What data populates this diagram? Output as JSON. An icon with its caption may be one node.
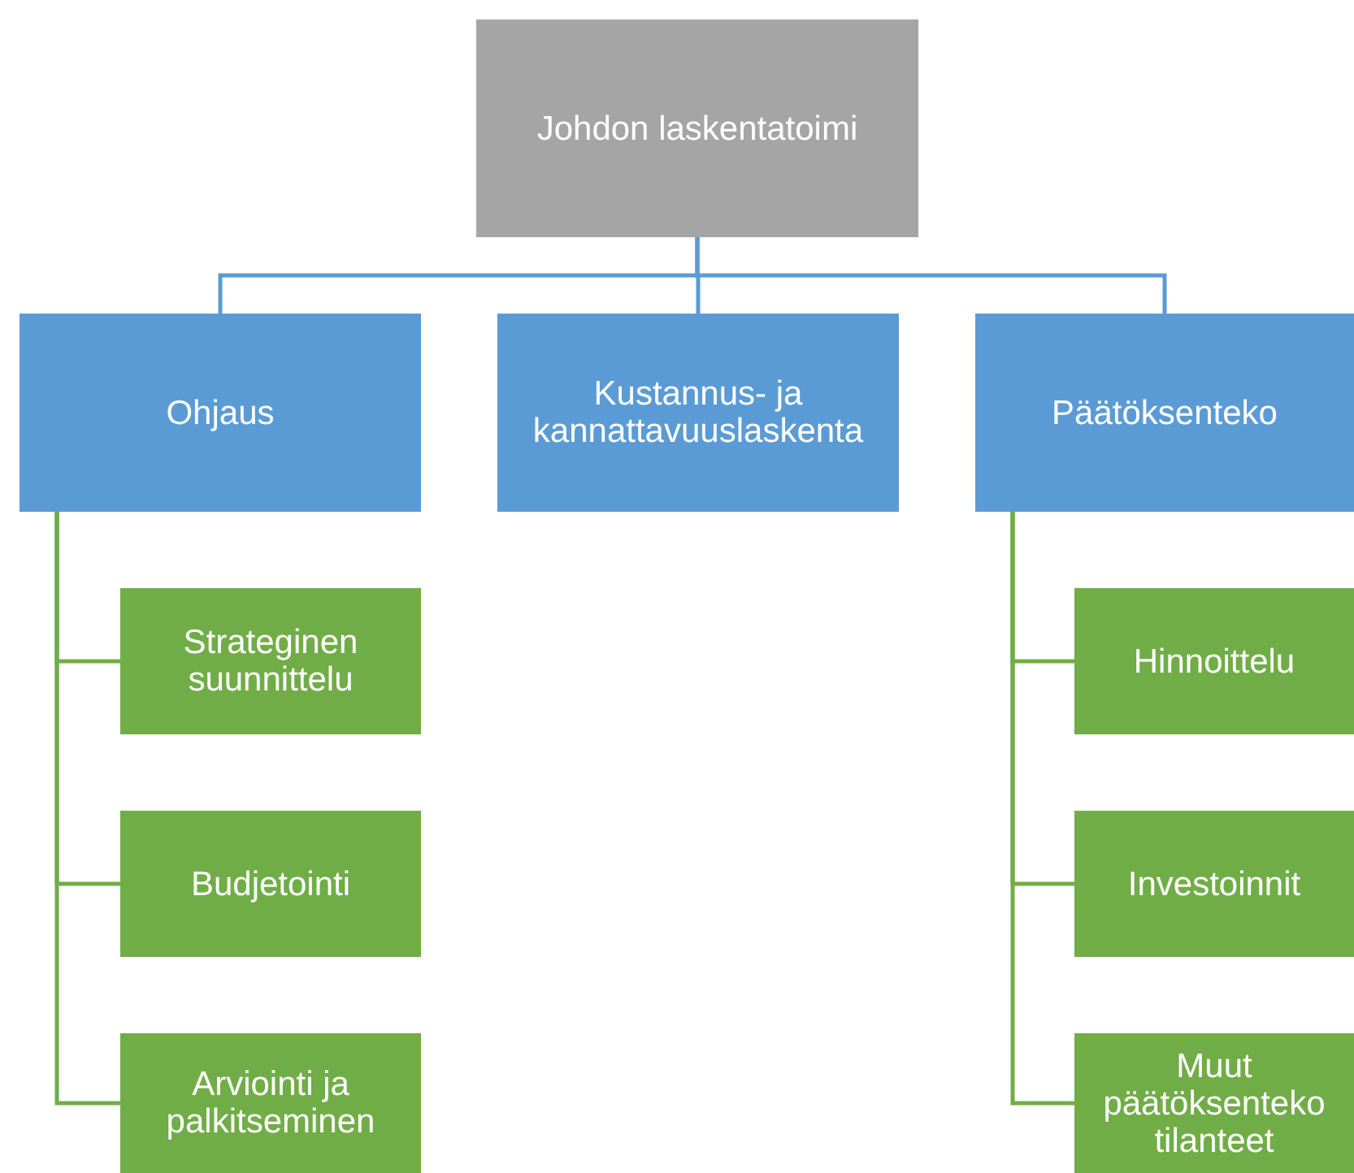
{
  "diagram": {
    "nodes": [
      {
        "text": [
          "Johdon laskentatoimi"
        ]
      },
      {
        "text": [
          "Ohjaus"
        ]
      },
      {
        "text": [
          "Kustannus- ja kannattavuuslaskenta"
        ]
      },
      {
        "text": [
          "Päätöksenteko"
        ]
      },
      {
        "text": [
          "Strateginen suunnittelu"
        ]
      },
      {
        "text": [
          "Budjetointi"
        ]
      },
      {
        "text": [
          "Arviointi ja palkitseminen"
        ]
      },
      {
        "text": [
          "Hinnoittelu"
        ]
      },
      {
        "text": [
          "Investoinnit"
        ]
      },
      {
        "text": [
          "Muut päätöksenteko tilanteet"
        ]
      }
    ],
    "edges": [
      {
        "from": 0,
        "to": 1,
        "arrow": "none",
        "color": "#5b9bd5"
      },
      {
        "from": 0,
        "to": 2,
        "arrow": "none",
        "color": "#5b9bd5"
      },
      {
        "from": 0,
        "to": 3,
        "arrow": "none",
        "color": "#5b9bd5"
      },
      {
        "from": 1,
        "to": 4,
        "arrow": "none",
        "color": "#70ad47"
      },
      {
        "from": 1,
        "to": 5,
        "arrow": "none",
        "color": "#70ad47"
      },
      {
        "from": 1,
        "to": 6,
        "arrow": "none",
        "color": "#70ad47"
      },
      {
        "from": 3,
        "to": 7,
        "arrow": "none",
        "color": "#70ad47"
      },
      {
        "from": 3,
        "to": 8,
        "arrow": "none",
        "color": "#70ad47"
      },
      {
        "from": 3,
        "to": 9,
        "arrow": "none",
        "color": "#70ad47"
      }
    ]
  }
}
